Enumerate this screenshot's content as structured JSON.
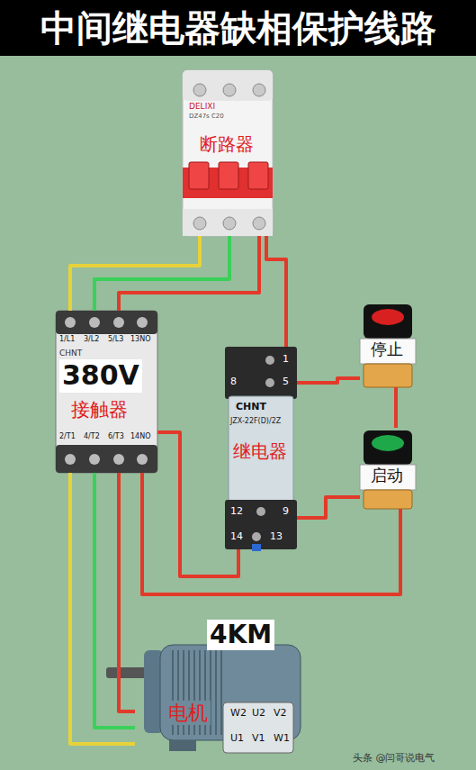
{
  "diagram": {
    "title": "中间继电器缺相保护线路",
    "nodes": [
      {
        "text": [
          "断路器"
        ]
      },
      {
        "text": [
          "380V",
          "接触器"
        ]
      },
      {
        "text": [
          "继电器"
        ]
      },
      {
        "text": [
          "停止"
        ]
      },
      {
        "text": [
          "启动"
        ]
      },
      {
        "text": [
          "4KM",
          "电机"
        ]
      }
    ],
    "edges": [
      {
        "from": 0,
        "to": 1,
        "arrow": "none"
      },
      {
        "from": 0,
        "to": 1,
        "arrow": "none"
      },
      {
        "from": 0,
        "to": 1,
        "arrow": "none"
      },
      {
        "from": 0,
        "to": 2,
        "arrow": "none"
      },
      {
        "from": 2,
        "to": 3,
        "arrow": "none"
      },
      {
        "from": 3,
        "to": 4,
        "arrow": "none"
      },
      {
        "from": 4,
        "to": 2,
        "arrow": "none"
      },
      {
        "from": 1,
        "to": 4,
        "arrow": "none"
      },
      {
        "from": 2,
        "to": 1,
        "arrow": "none"
      },
      {
        "from": 1,
        "to": 5,
        "arrow": "none"
      },
      {
        "from": 1,
        "to": 5,
        "arrow": "none"
      },
      {
        "from": 1,
        "to": 5,
        "arrow": "none"
      }
    ],
    "labels": [
      "DELIXI",
      "DZ47s C20",
      "CHNT",
      "1/L1",
      "3/L2",
      "5/L3",
      "13NO",
      "2/T1",
      "4/T2",
      "6/T3",
      "14NO",
      "CHNT",
      "JZX-22F(D)/2Z",
      "1",
      "5",
      "8",
      "9",
      "12",
      "13",
      "14",
      "W2",
      "U2",
      "V2",
      "U1",
      "V1",
      "W1",
      "头条 @闫哥说电气"
    ]
  }
}
